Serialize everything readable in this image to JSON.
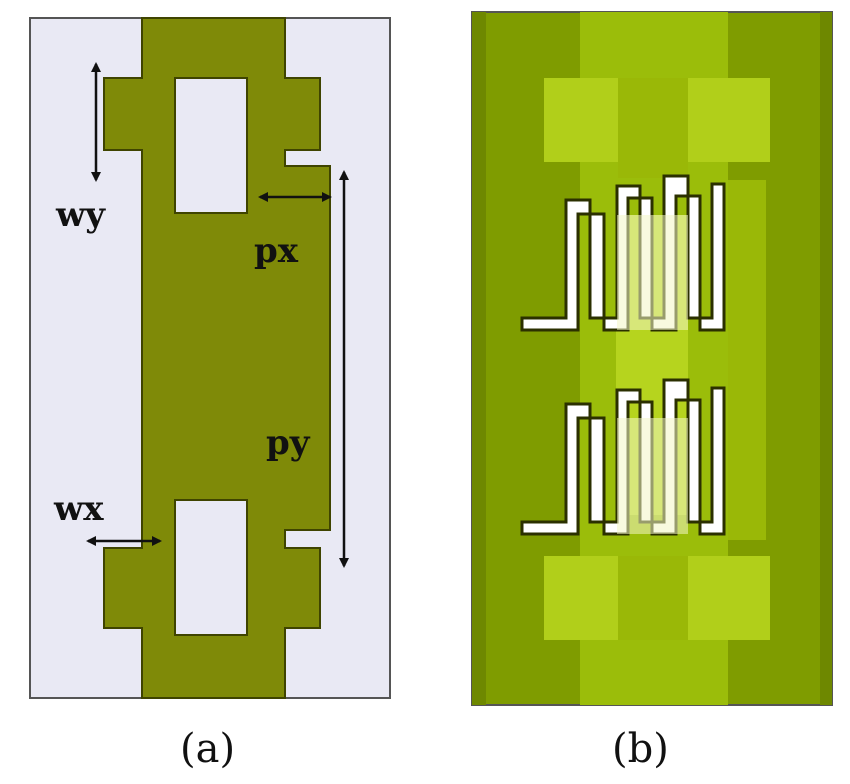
{
  "figure": {
    "panel_a": {
      "caption": "(a)",
      "labels": {
        "wy": "wy",
        "px": "px",
        "py": "py",
        "wx": "wx"
      }
    },
    "panel_b": {
      "caption": "(b)"
    }
  },
  "colors": {
    "substrate_light": "#e9e9f4",
    "metal_green": "#7f8a08",
    "outline": "#3f4400",
    "panel_b_base": "#7f9c00",
    "panel_b_mid": "#9bbd0a",
    "panel_b_light": "#b6d41e",
    "panel_b_pale": "#c8e13a",
    "meander_white": "#ffffff",
    "meander_cream": "#f2f5c4",
    "arrow": "#111111"
  }
}
